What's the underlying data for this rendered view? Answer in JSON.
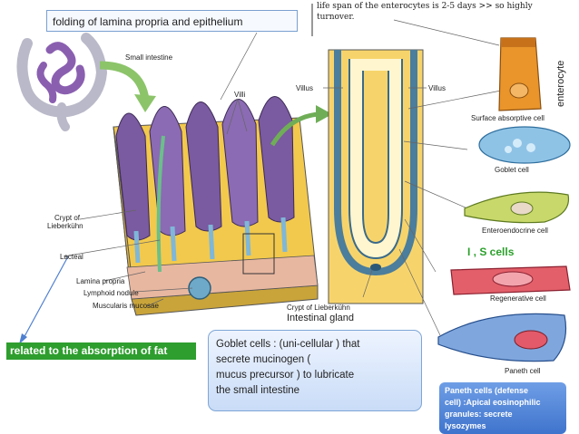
{
  "header": {
    "top_text_line1": "life span of the enterocytes is 2-5 days >> so highly",
    "top_text_line2": "turnover."
  },
  "callouts": {
    "folding": "folding of lamina propria and epithelium",
    "enterocyte": "enterocyte",
    "is_cells": "I , S cells",
    "fat": "related to the absorption of fat",
    "goblet_lines": [
      "Goblet cells : (uni-cellular ) that",
      "secrete mucinogen (",
      "mucus precursor ) to lubricate",
      "the small intestine"
    ],
    "paneth_lines": [
      "Paneth cells (defense",
      "cell) :Apical eosinophilic",
      "granules: secrete",
      "lysozymes"
    ]
  },
  "labels": {
    "small_intestine": "Small intestine",
    "villi": "Villi",
    "crypt_left_1": "Crypt of",
    "crypt_left_2": "Lieberkühn",
    "lacteal": "Lacteal",
    "lamina_propria": "Lamina propria",
    "lymphoid_nodule": "Lymphoid nodule",
    "muscularis_mucosae": "Muscularis mucosae",
    "villus_left": "Villus",
    "villus_right": "Villus",
    "crypt_bottom": "Crypt of Lieberkühn",
    "intestinal_gland": "Intestinal gland"
  },
  "cell_types": [
    {
      "label": "Surface absorptive cell",
      "color": "#e9952b"
    },
    {
      "label": "Goblet cell",
      "color": "#8fc3e6"
    },
    {
      "label": "Enteroendocrine cell",
      "color": "#c8d86a"
    },
    {
      "label": "Regenerative cell",
      "color": "#e3606a"
    },
    {
      "label": "Paneth cell",
      "color": "#7fa7de"
    }
  ],
  "colors": {
    "tissue_yellow": "#f2c94c",
    "villus_purple": "#7a5aa0",
    "arrow_green": "#8cc46a",
    "callout_green": "#2e9e2e",
    "is_cells_green": "#2aa02a"
  }
}
